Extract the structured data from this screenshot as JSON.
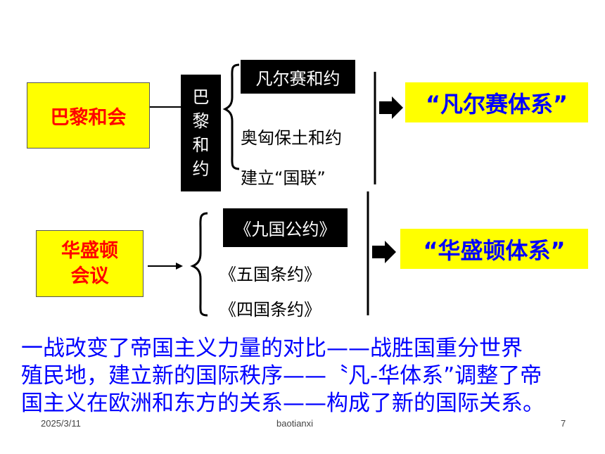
{
  "paris": {
    "conference": "巴黎和会",
    "treaty_label": [
      "巴",
      "黎",
      "和",
      "约"
    ],
    "items": [
      "凡尔赛和约",
      "奥匈保土和约",
      "建立“国联”"
    ],
    "system": "“凡尔赛体系”"
  },
  "washington": {
    "conference_line1": "华盛顿",
    "conference_line2": "会议",
    "items": [
      "《九国公约》",
      "《五国条约》",
      "《四国条约》"
    ],
    "system": "“华盛顿体系”"
  },
  "summary": {
    "line1": "一战改变了帝国主义力量的对比——战胜国重分世界",
    "line2": "殖民地，建立新的国际秩序——〝凡-华体系”调整了帝",
    "line3": "国主义在欧洲和东方的关系——构成了新的国际关系。"
  },
  "footer": {
    "date": "2025/3/11",
    "author": "baotianxi",
    "page": "7"
  },
  "colors": {
    "highlight": "#ffff00",
    "conference_text": "#ff0000",
    "system_text": "#0000ff",
    "summary_text": "#0000ff"
  }
}
